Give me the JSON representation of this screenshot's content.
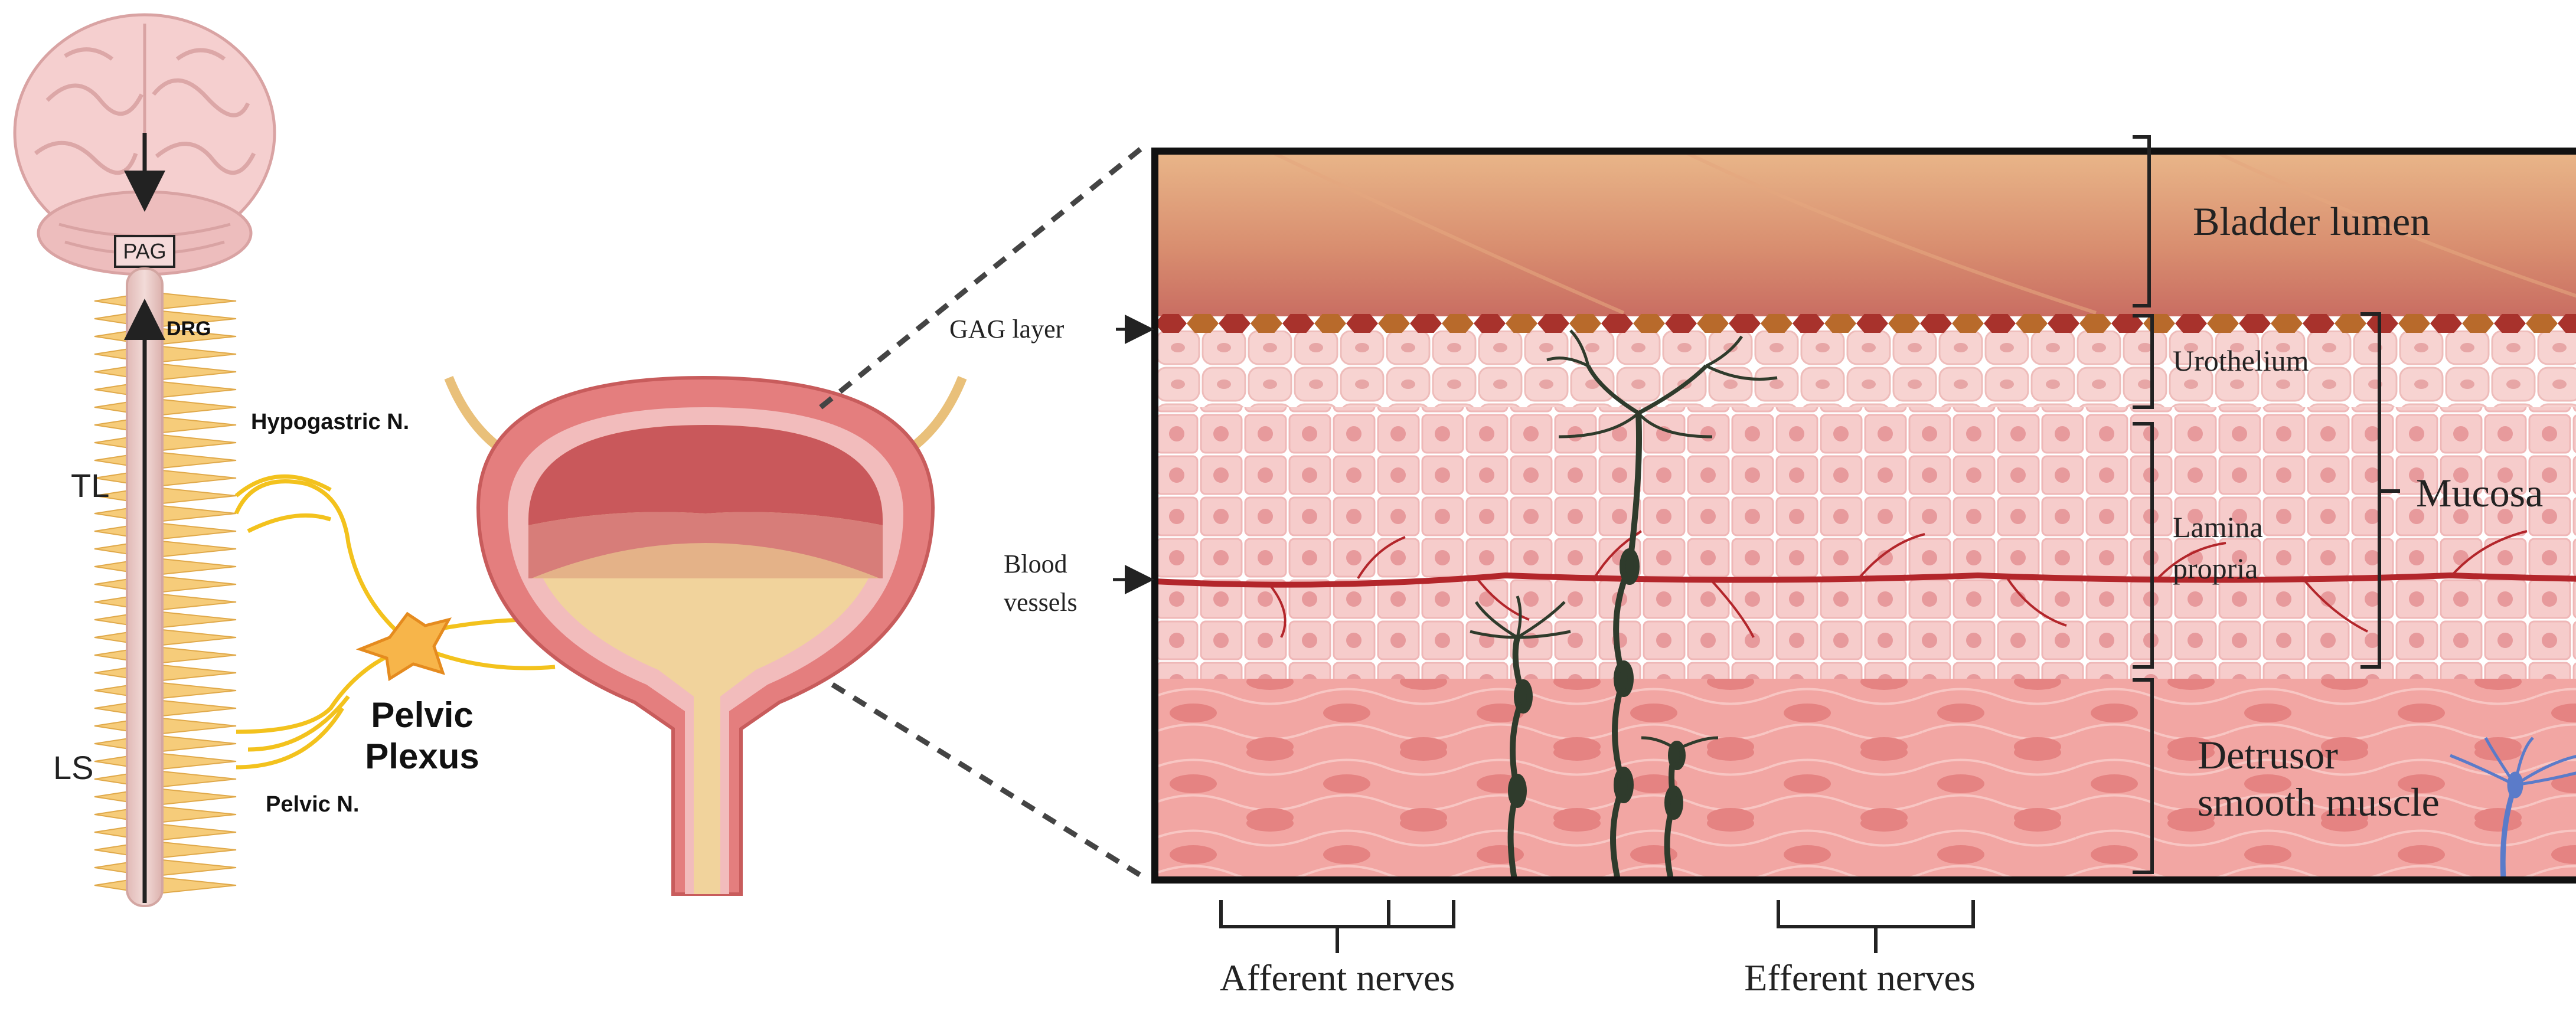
{
  "cns": {
    "pag": "PAG",
    "drg": "DRG",
    "tl": "TL",
    "ls": "LS",
    "hypogastric": "Hypogastric N.",
    "pelvic_nerve": "Pelvic N.",
    "pelvic_plexus_line1": "Pelvic",
    "pelvic_plexus_line2": "Plexus"
  },
  "tissue": {
    "gag_layer": "GAG layer",
    "blood_line1": "Blood",
    "blood_line2": "vessels",
    "bladder_lumen": "Bladder lumen",
    "urothelium": "Urothelium",
    "lamina_line1": "Lamina",
    "lamina_line2": "propria",
    "mucosa": "Mucosa",
    "detrusor_line1": "Detrusor",
    "detrusor_line2": "smooth muscle",
    "afferent": "Afferent nerves",
    "efferent": "Efferent nerves"
  },
  "colors": {
    "afferent_nerve": "#2f3b2c",
    "efferent_nerve": "#5b7bc9",
    "blood_vessel": "#b3262b",
    "nerve_yellow": "#f3c21d",
    "spinal_cord": "#e9c9c6"
  }
}
